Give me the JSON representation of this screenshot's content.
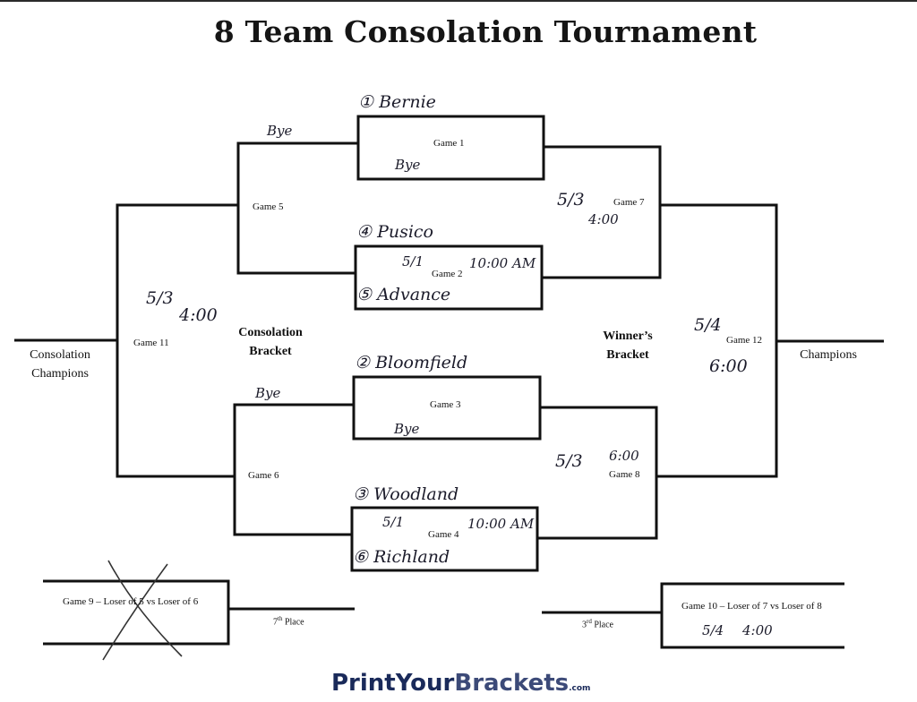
{
  "title": "8 Team Consolation Tournament",
  "games": {
    "g1": "Game 1",
    "g2": "Game 2",
    "g3": "Game 3",
    "g4": "Game 4",
    "g5": "Game 5",
    "g6": "Game 6",
    "g7": "Game 7",
    "g8": "Game 8",
    "g11": "Game 11",
    "g12": "Game 12",
    "g9": "Game 9 – Loser of 5 vs Loser of 6",
    "g10": "Game 10 – Loser of 7 vs Loser of 8"
  },
  "labels": {
    "consolation_champions_1": "Consolation",
    "consolation_champions_2": "Champions",
    "champions": "Champions",
    "consolation_bracket_1": "Consolation",
    "consolation_bracket_2": "Bracket",
    "winners_bracket_1": "Winner’s",
    "winners_bracket_2": "Bracket",
    "seventh_place": "7th Place",
    "third_place": "3rd Place"
  },
  "handwriting": {
    "team1": "① Bernie",
    "g1_bye": "Bye",
    "team4": "④ Pusico",
    "team5": "⑤ Advance",
    "g2_date": "5/1",
    "g2_time": "10:00 AM",
    "team2": "② Bloomfield",
    "g3_bye": "Bye",
    "team3": "③ Woodland",
    "team6": "⑥ Richland",
    "g4_date": "5/1",
    "g4_time": "10:00 AM",
    "g5_bye": "Bye",
    "g6_bye": "Bye",
    "g7_date": "5/3",
    "g7_time": "4:00",
    "g8_date": "5/3",
    "g8_time": "6:00",
    "g11_date": "5/3",
    "g11_time": "4:00",
    "g12_date": "5/4",
    "g12_time": "6:00",
    "g10_date": "5/4",
    "g10_time": "4:00"
  },
  "logo": {
    "part1": "PrintYour",
    "part2": "Brackets",
    "part3": ".com"
  }
}
